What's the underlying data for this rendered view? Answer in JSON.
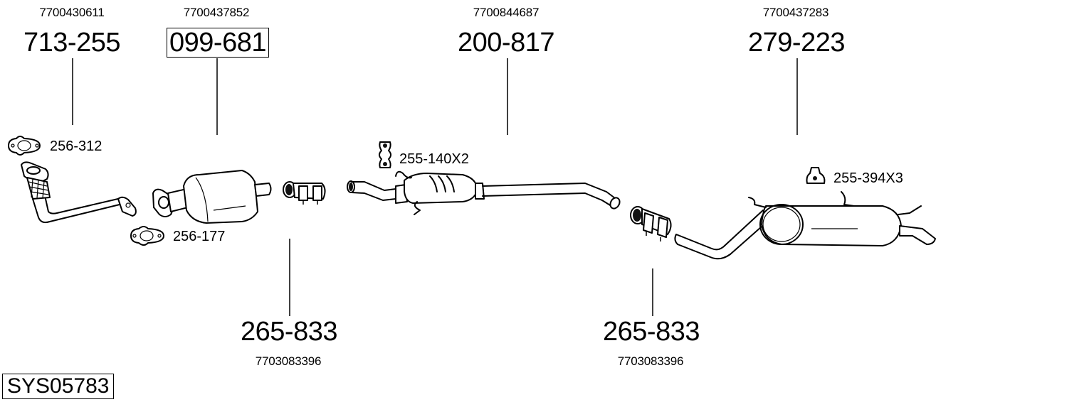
{
  "diagram": {
    "system_code": "SYS05783",
    "parts": [
      {
        "id": "front-pipe",
        "part_number": "713-255",
        "oem_number": "7700430611",
        "boxed": false
      },
      {
        "id": "catalytic-converter",
        "part_number": "099-681",
        "oem_number": "7700437852",
        "boxed": true
      },
      {
        "id": "centre-silencer",
        "part_number": "200-817",
        "oem_number": "7700844687",
        "boxed": false
      },
      {
        "id": "rear-silencer",
        "part_number": "279-223",
        "oem_number": "7700437283",
        "boxed": false
      },
      {
        "id": "clamp-1",
        "part_number": "265-833",
        "oem_number": "7703083396",
        "boxed": false
      },
      {
        "id": "clamp-2",
        "part_number": "265-833",
        "oem_number": "7703083396",
        "boxed": false
      }
    ],
    "accessories": [
      {
        "id": "gasket-1",
        "label": "256-312",
        "icon": "gasket-icon"
      },
      {
        "id": "gasket-2",
        "label": "256-177",
        "icon": "gasket-icon"
      },
      {
        "id": "rubber-mount-1",
        "label": "255-140X2",
        "icon": "rubber-hanger-icon"
      },
      {
        "id": "rubber-mount-2",
        "label": "255-394X3",
        "icon": "rubber-mount-icon"
      }
    ]
  }
}
